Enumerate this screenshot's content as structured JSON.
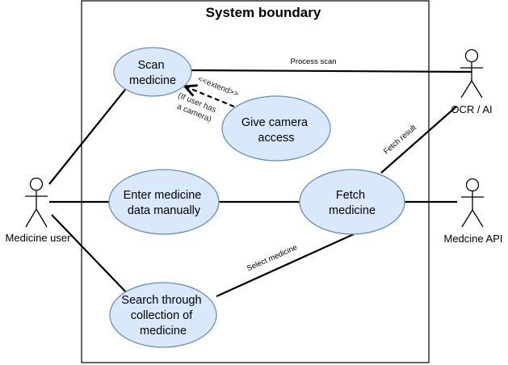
{
  "boundary": {
    "title": "System boundary"
  },
  "use_cases": {
    "scan": [
      "Scan",
      "medicine"
    ],
    "camera": [
      "Give camera",
      "access"
    ],
    "enter": [
      "Enter medicine",
      "data manually"
    ],
    "fetch": [
      "Fetch",
      "medicine"
    ],
    "search": [
      "Search through",
      "collection of",
      "medicine"
    ]
  },
  "actors": {
    "user": "Medicine user",
    "ocr": "OCR / AI",
    "api": "Medcine API"
  },
  "edges": {
    "process_scan": "Process scan",
    "extend": "<<extend>>",
    "condition": [
      "(If user has",
      "a camera)"
    ],
    "fetch_result": "Fetch result",
    "select_medicine": "Select medicine"
  }
}
